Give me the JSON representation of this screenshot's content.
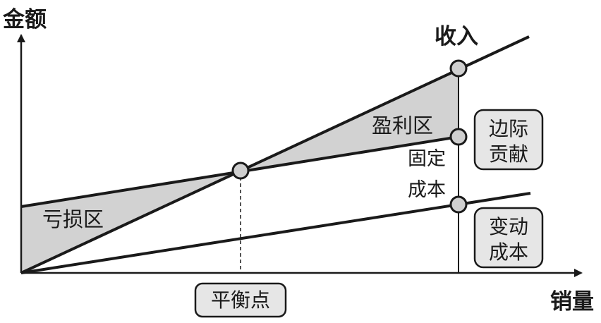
{
  "axes": {
    "y_label": "金额",
    "x_label": "销量"
  },
  "lines": {
    "revenue": "收入",
    "fixed_cost": [
      "固定",
      "成本"
    ]
  },
  "regions": {
    "profit": "盈利区",
    "loss": "亏损区"
  },
  "boxes": {
    "contribution_margin": [
      "边际",
      "贡献"
    ],
    "variable_cost": [
      "变动",
      "成本"
    ],
    "break_even": "平衡点"
  },
  "colors": {
    "shade": "#d2d2d2",
    "line": "#1a1a1a",
    "marker": "#cfcfcf",
    "box": "#e6e6e6"
  }
}
